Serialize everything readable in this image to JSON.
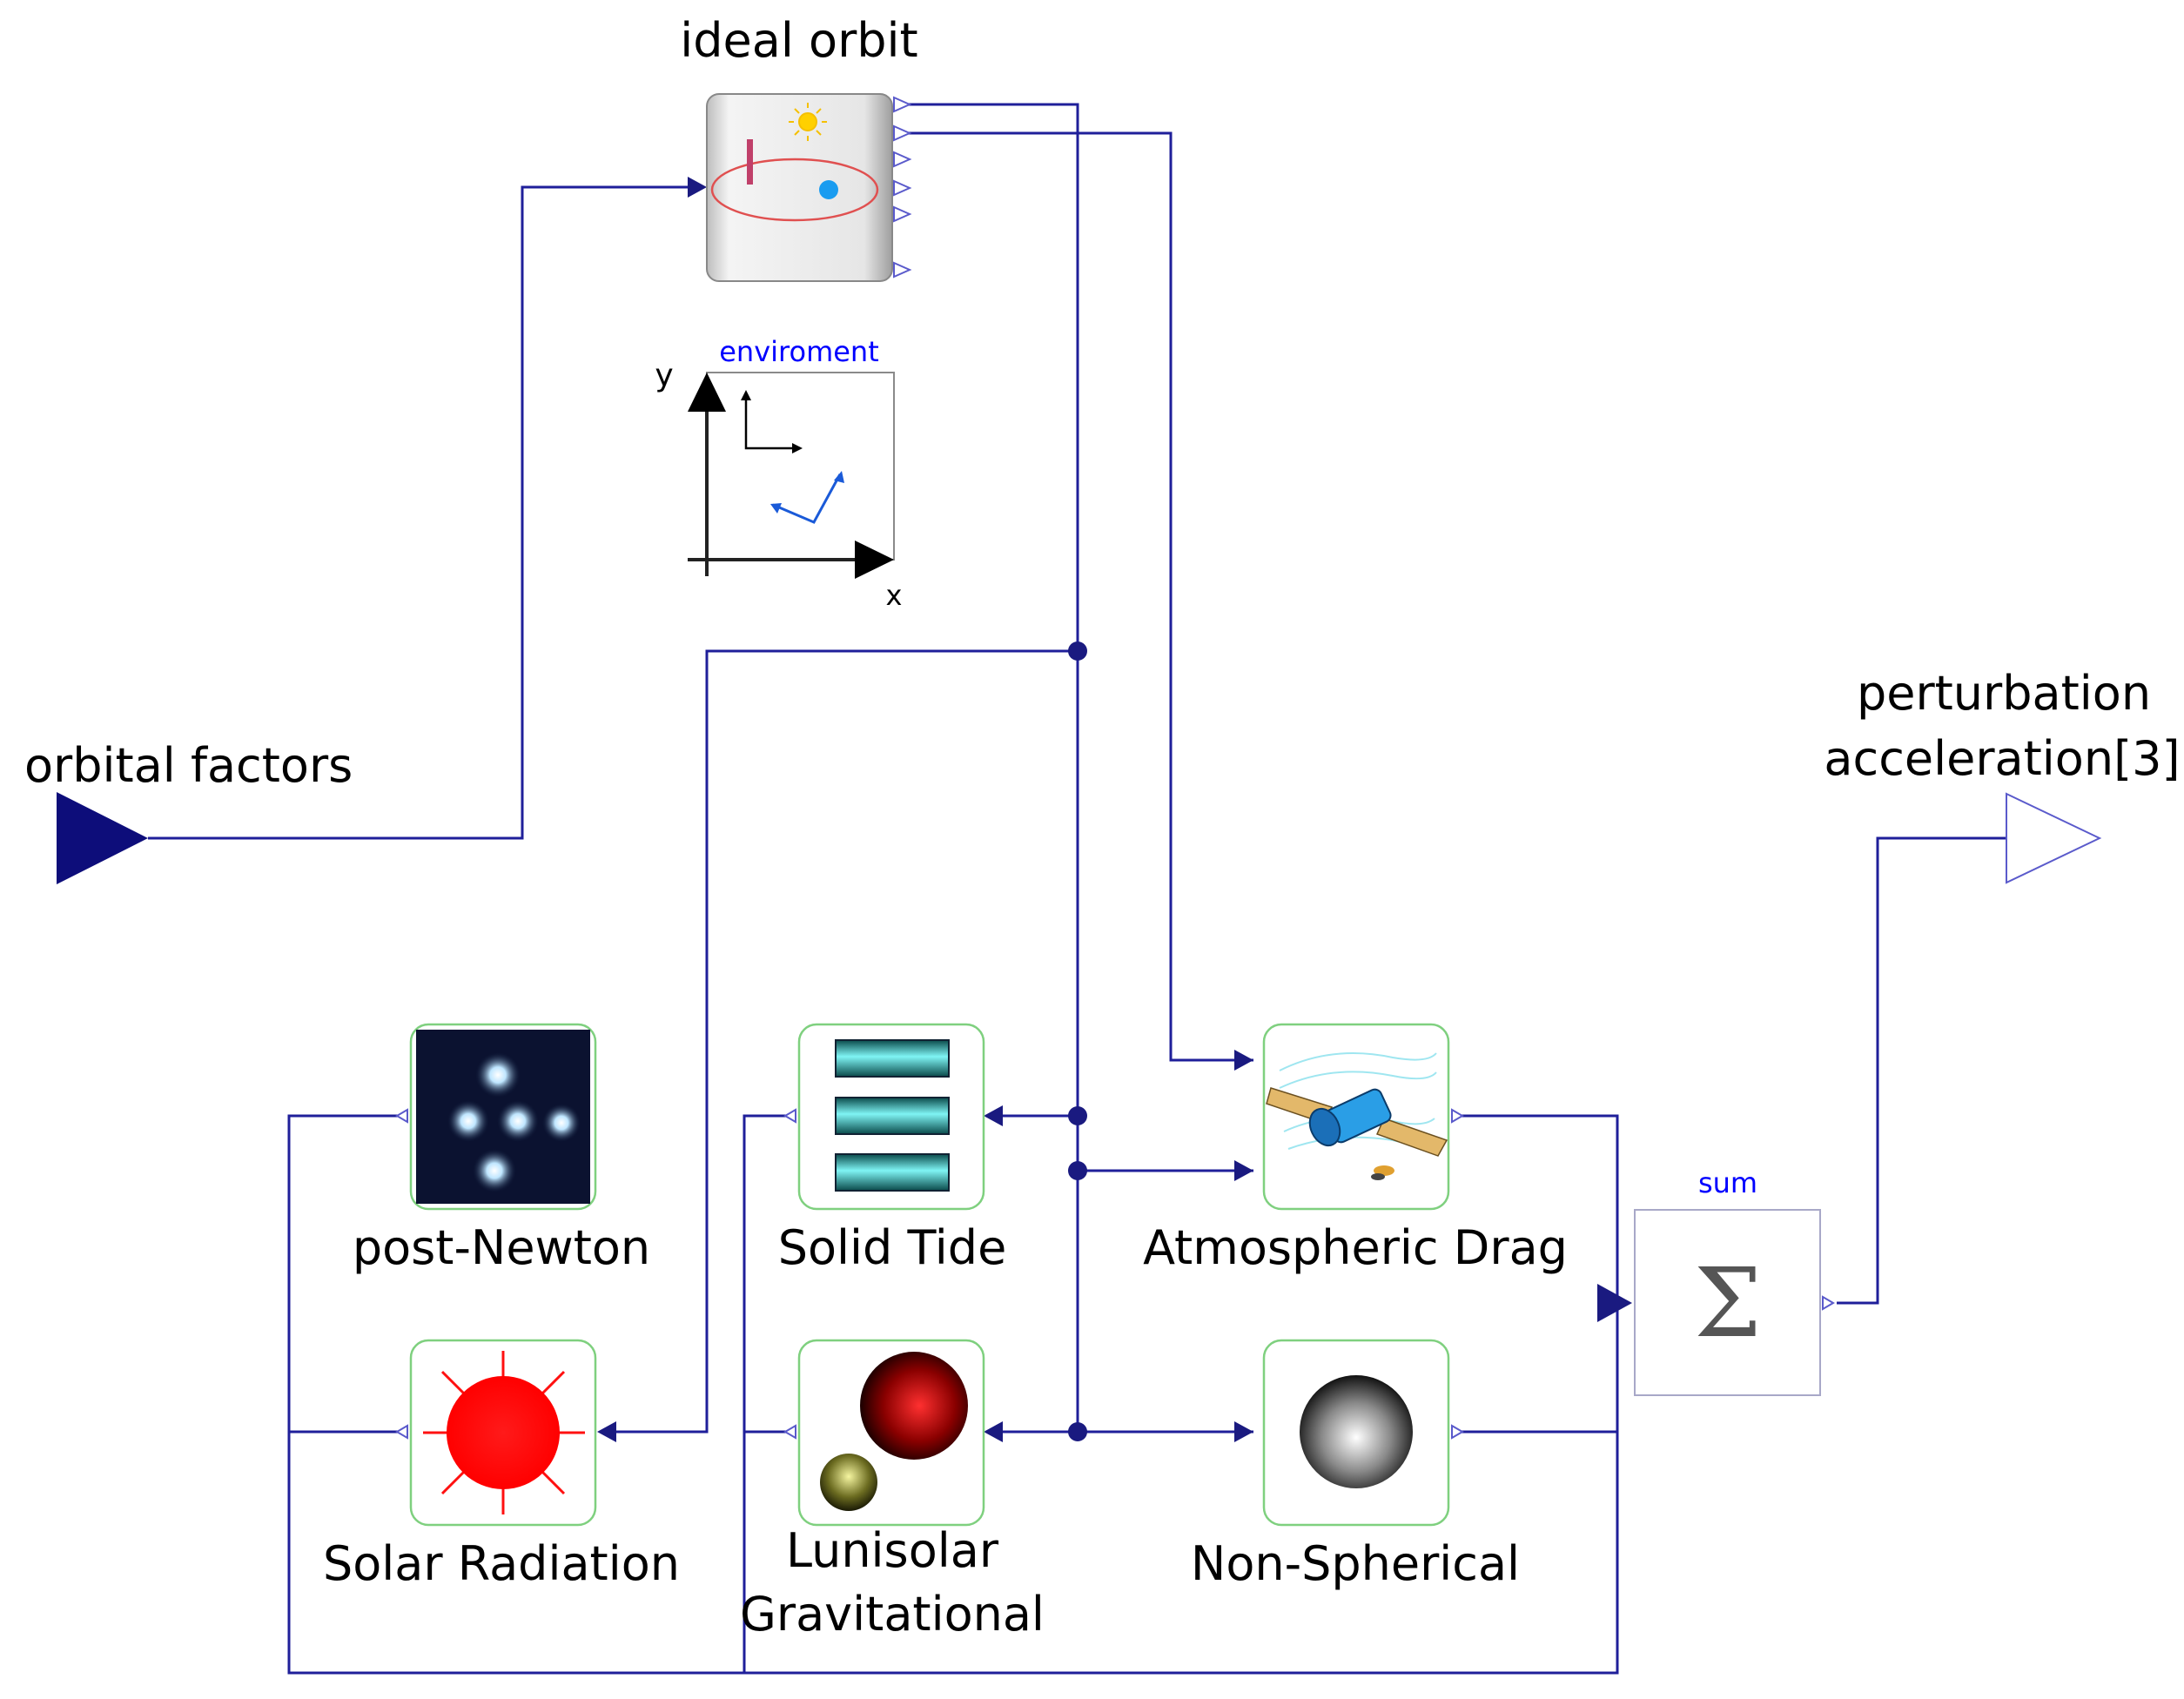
{
  "blocks": {
    "ideal_orbit": "ideal orbit",
    "environment": "enviroment",
    "environment_axis_y": "y",
    "environment_axis_x": "x",
    "orbital_factors": "orbital factors",
    "perturbation_line1": "perturbation",
    "perturbation_line2": "acceleration[3]",
    "sum": "sum",
    "sum_symbol": "Σ",
    "post_newton": "post-Newton",
    "solid_tide": "Solid Tide",
    "atmospheric_drag": "Atmospheric Drag",
    "solar_radiation": "Solar Radiation",
    "lunisolar_line1": "Lunisolar",
    "lunisolar_line2": "Gravitational",
    "non_spherical": "Non-Spherical"
  },
  "colors": {
    "wire": "#1f1f9a",
    "block_border": "#7fd07f",
    "label_blue": "#0000ff",
    "sun_red": "#ff0000"
  },
  "icons": {
    "ideal_orbit": "orbit-ellipse-icon",
    "environment": "coordinate-frame-icon",
    "post_newton": "lensed-quasar-icon",
    "solid_tide": "stacked-bars-icon",
    "atmospheric_drag": "satellite-icon",
    "solar_radiation": "sun-rays-icon",
    "lunisolar": "moon-earth-spheres-icon",
    "non_spherical": "grey-sphere-icon",
    "sum": "sigma-icon"
  }
}
